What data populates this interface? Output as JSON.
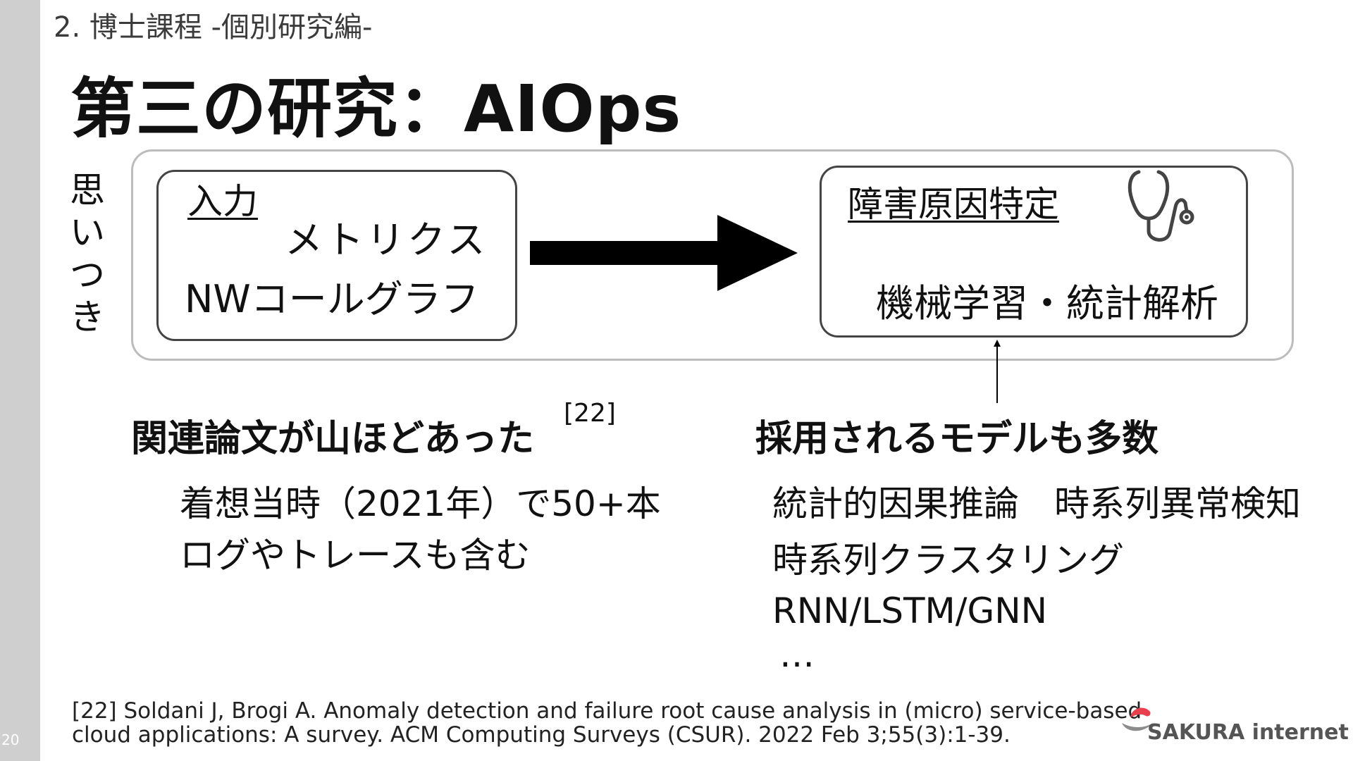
{
  "section_title": "2. 博士課程 -個別研究編-",
  "slide_title": "第三の研究：AIOps",
  "idea_label_chars": [
    "思",
    "い",
    "つ",
    "き"
  ],
  "input_box": {
    "heading": "入力",
    "line1": "メトリクス",
    "line2": "NWコールグラフ"
  },
  "output_box": {
    "heading": "障害原因特定",
    "line1": "機械学習・統計解析",
    "icon": "stethoscope-icon"
  },
  "left_column": {
    "heading": "関連論文が山ほどあった",
    "citation": "[22]",
    "item1": "着想当時（2021年）で50+本",
    "item2": "ログやトレースも含む"
  },
  "right_column": {
    "heading": "採用されるモデルも多数",
    "item1": "統計的因果推論　時系列異常検知",
    "item2": "時系列クラスタリング",
    "item3": "RNN/LSTM/GNN",
    "item4": "…"
  },
  "reference": {
    "line1": "[22] Soldani J, Brogi A. Anomaly detection and failure root cause analysis in (micro) service-based",
    "line2": "cloud applications: A survey. ACM Computing Surveys (CSUR). 2022 Feb 3;55(3):1-39."
  },
  "logo_text": "SAKURA internet",
  "page_number": "20",
  "colors": {
    "sidebar": "#cfcfcf",
    "logo_red": "#e8414d",
    "logo_gray": "#555555"
  }
}
